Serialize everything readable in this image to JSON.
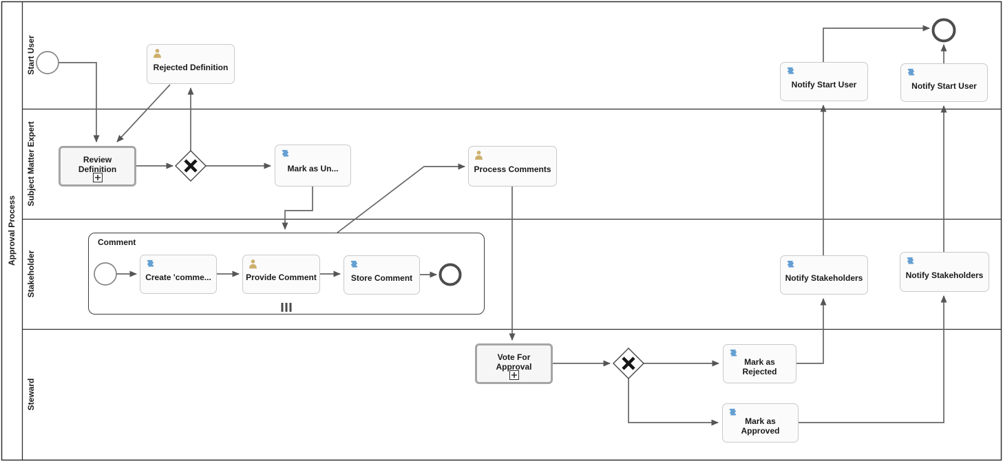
{
  "pool": {
    "label": "Approval Process"
  },
  "lanes": {
    "start_user": {
      "label": "Start User"
    },
    "subject_matter_expert": {
      "label": "Subject Matter Expert"
    },
    "stakeholder": {
      "label": "Stakeholder"
    },
    "steward": {
      "label": "Steward"
    }
  },
  "nodes": {
    "rejected_definition": {
      "label": "Rejected Definition",
      "type": "user-task"
    },
    "review_definition": {
      "label": "Review Definition",
      "type": "collapsed-subprocess"
    },
    "mark_as_unapproved": {
      "label": "Mark as Un...",
      "type": "script-task"
    },
    "process_comments": {
      "label": "Process Comments",
      "type": "user-task"
    },
    "comment_subprocess": {
      "label": "Comment",
      "type": "expanded-subprocess-parallel-multi-instance"
    },
    "create_comment": {
      "label": "Create 'comme...",
      "type": "script-task"
    },
    "provide_comment": {
      "label": "Provide Comment",
      "type": "user-task"
    },
    "store_comment": {
      "label": "Store Comment",
      "type": "script-task"
    },
    "vote_for_approval": {
      "label": "Vote For Approval",
      "type": "collapsed-subprocess"
    },
    "mark_as_rejected": {
      "label": "Mark as Rejected",
      "type": "script-task"
    },
    "mark_as_approved": {
      "label": "Mark as Approved",
      "type": "script-task"
    },
    "notify_stakeholders_left": {
      "label": "Notify Stakeholders",
      "type": "script-task"
    },
    "notify_stakeholders_right": {
      "label": "Notify Stakeholders",
      "type": "script-task"
    },
    "notify_start_user_left": {
      "label": "Notify Start User",
      "type": "script-task"
    },
    "notify_start_user_right": {
      "label": "Notify Start User",
      "type": "script-task"
    }
  },
  "events": {
    "start_event": {
      "type": "start",
      "lane": "Start User"
    },
    "end_event": {
      "type": "end",
      "lane": "Start User"
    },
    "comment_start_event": {
      "type": "start",
      "lane": "Stakeholder"
    },
    "comment_end_event": {
      "type": "end",
      "lane": "Stakeholder"
    }
  },
  "gateways": {
    "gateway_1": {
      "type": "exclusive-xor",
      "lane": "Subject Matter Expert"
    },
    "gateway_2": {
      "type": "exclusive-xor",
      "lane": "Steward"
    }
  },
  "flows": [
    {
      "from": "start-event",
      "to": "review-definition"
    },
    {
      "from": "rejected-definition",
      "to": "review-definition"
    },
    {
      "from": "review-definition",
      "to": "exclusive-gateway-1"
    },
    {
      "from": "exclusive-gateway-1",
      "to": "rejected-definition"
    },
    {
      "from": "exclusive-gateway-1",
      "to": "mark-as-unapproved"
    },
    {
      "from": "mark-as-unapproved",
      "to": "comment-subprocess"
    },
    {
      "from": "comment-subprocess",
      "to": "process-comments"
    },
    {
      "from": "process-comments",
      "to": "vote-for-approval"
    },
    {
      "from": "vote-for-approval",
      "to": "exclusive-gateway-2"
    },
    {
      "from": "exclusive-gateway-2",
      "to": "mark-as-rejected"
    },
    {
      "from": "exclusive-gateway-2",
      "to": "mark-as-approved"
    },
    {
      "from": "mark-as-rejected",
      "to": "notify-stakeholders-left"
    },
    {
      "from": "notify-stakeholders-left",
      "to": "notify-start-user-left"
    },
    {
      "from": "notify-start-user-left",
      "to": "end-event"
    },
    {
      "from": "mark-as-approved",
      "to": "notify-stakeholders-right"
    },
    {
      "from": "notify-stakeholders-right",
      "to": "notify-start-user-right"
    },
    {
      "from": "notify-start-user-right",
      "to": "end-event"
    },
    {
      "from": "comment-start-event",
      "to": "create-comment"
    },
    {
      "from": "create-comment",
      "to": "provide-comment"
    },
    {
      "from": "provide-comment",
      "to": "store-comment"
    },
    {
      "from": "store-comment",
      "to": "comment-end-event"
    }
  ],
  "icons": {
    "user_task": "user-icon",
    "script_task": "script-icon",
    "collapsed_subprocess": "plus-icon",
    "multi_instance": "parallel-bars-icon"
  },
  "colors": {
    "user_task_icon": "#cdb06e",
    "script_task_icon": "#649fd2",
    "task_fill": "#fbfbfb",
    "task_border": "#c9c9c9",
    "subprocess_border": "#a5a5a5",
    "flow_line": "#666666",
    "event_stroke": "#4d4d4d",
    "lane_border": "#2f2f2f",
    "text": "#1a1a1a"
  }
}
